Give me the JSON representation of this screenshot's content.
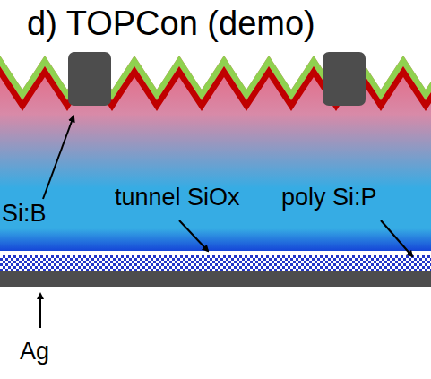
{
  "diagram": {
    "title": "d) TOPCon (demo)",
    "labels": [
      "Si:B",
      "tunnel SiOx",
      "poly Si:P",
      "Ag"
    ]
  }
}
